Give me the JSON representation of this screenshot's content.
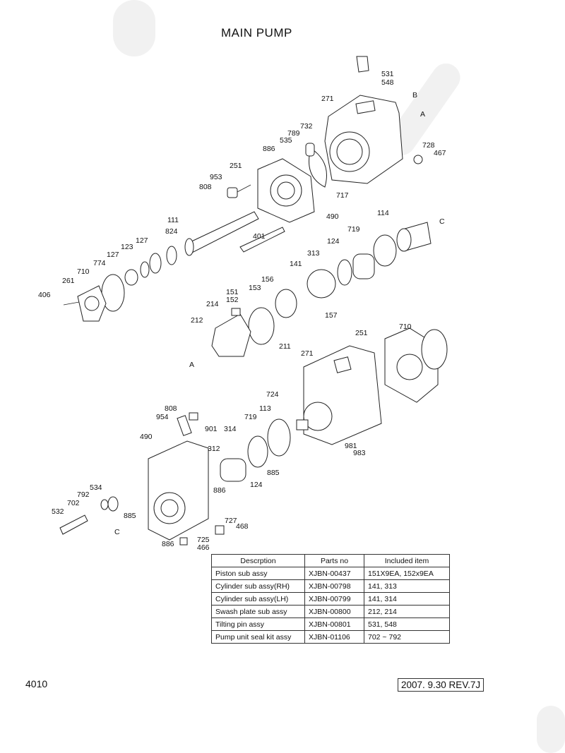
{
  "title": "MAIN PUMP",
  "page_number": "4010",
  "revision": "2007. 9.30  REV.7J",
  "table": {
    "headers": [
      "Descrption",
      "Parts no",
      "Included item"
    ],
    "rows": [
      [
        "Piston sub assy",
        "XJBN-00437",
        "151X9EA, 152x9EA"
      ],
      [
        "Cylinder sub assy(RH)",
        "XJBN-00798",
        "141, 313"
      ],
      [
        "Cylinder sub assy(LH)",
        "XJBN-00799",
        "141, 314"
      ],
      [
        "Swash plate sub assy",
        "XJBN-00800",
        "212, 214"
      ],
      [
        "Tilting pin assy",
        "XJBN-00801",
        "531, 548"
      ],
      [
        "Pump unit seal kit assy",
        "XJBN-01106",
        "702 ~ 792"
      ]
    ]
  },
  "callouts": [
    "531",
    "548",
    "271",
    "B",
    "A",
    "732",
    "789",
    "535",
    "728",
    "467",
    "886",
    "251",
    "953",
    "808",
    "717",
    "490",
    "114",
    "C",
    "111",
    "401",
    "824",
    "719",
    "127",
    "123",
    "124",
    "313",
    "127",
    "774",
    "141",
    "710",
    "261",
    "406",
    "156",
    "153",
    "151",
    "152",
    "214",
    "157",
    "212",
    "211",
    "A",
    "251",
    "710",
    "271",
    "724",
    "113",
    "808",
    "954",
    "901",
    "490",
    "312",
    "719",
    "314",
    "981",
    "983",
    "885",
    "124",
    "534",
    "792",
    "886",
    "702",
    "532",
    "885",
    "C",
    "727",
    "468",
    "725",
    "466",
    "886"
  ]
}
